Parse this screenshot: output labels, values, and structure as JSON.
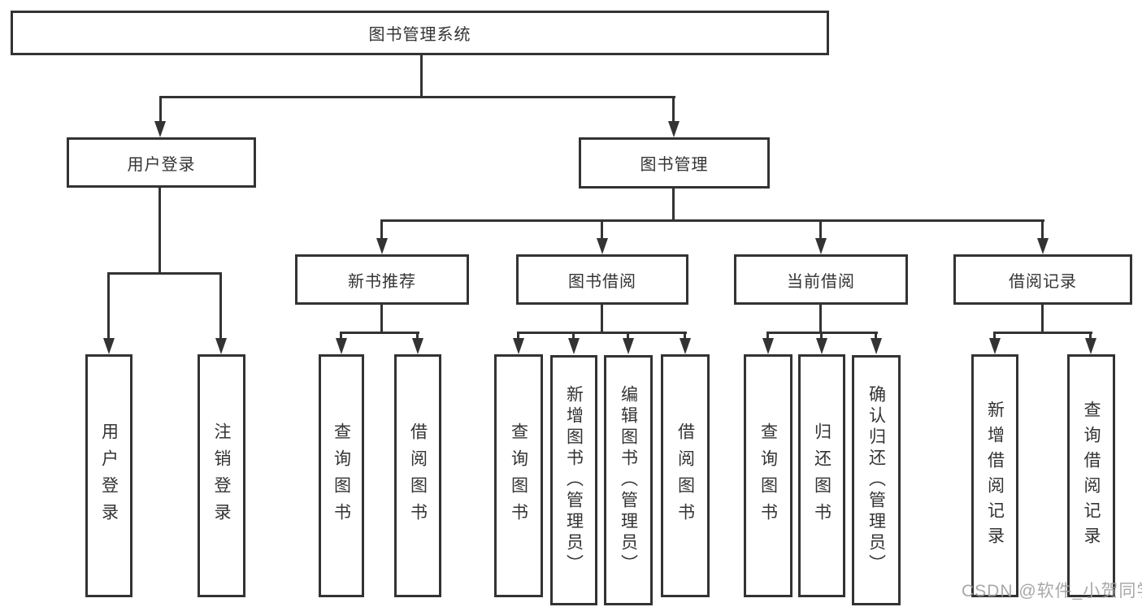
{
  "diagram": {
    "type": "tree",
    "title": "图书管理系统",
    "watermark": "CSDN @软件_小贺同学",
    "colors": {
      "line": "#333333",
      "text": "#333333",
      "box_background": "#ffffff",
      "background": "#ffffff",
      "watermark": "#9e9e9e"
    }
  },
  "tree": {
    "root": {
      "label": "图书管理系统",
      "children": [
        {
          "label": "用户登录",
          "children": [
            {
              "label": "用户登录"
            },
            {
              "label": "注销登录"
            }
          ]
        },
        {
          "label": "图书管理",
          "children": [
            {
              "label": "新书推荐",
              "children": [
                {
                  "label": "查询图书"
                },
                {
                  "label": "借阅图书"
                }
              ]
            },
            {
              "label": "图书借阅",
              "children": [
                {
                  "label": "查询图书"
                },
                {
                  "label": "新增图书（管理员）"
                },
                {
                  "label": "编辑图书（管理员）"
                },
                {
                  "label": "借阅图书"
                }
              ]
            },
            {
              "label": "当前借阅",
              "children": [
                {
                  "label": "查询图书"
                },
                {
                  "label": "归还图书"
                },
                {
                  "label": "确认归还（管理员）"
                }
              ]
            },
            {
              "label": "借阅记录",
              "children": [
                {
                  "label": "新增借阅记录"
                },
                {
                  "label": "查询借阅记录"
                }
              ]
            }
          ]
        }
      ]
    }
  }
}
